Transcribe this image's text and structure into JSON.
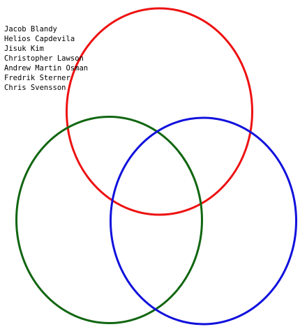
{
  "names": [
    "Jacob Blandy",
    "Helios Capdevila",
    "Jisuk Kim",
    "Christopher Lawson",
    "Andrew Martin Osman",
    "Fredrik Sterner",
    "Chris Svensson"
  ],
  "circles": [
    {
      "id": "red",
      "color": "#ee1111"
    },
    {
      "id": "green",
      "color": "#116611"
    },
    {
      "id": "blue",
      "color": "#1111dd"
    }
  ]
}
